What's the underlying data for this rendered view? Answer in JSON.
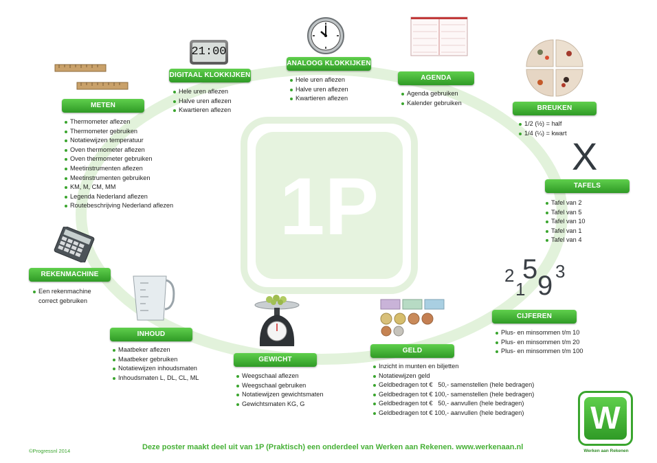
{
  "center_logo": "1P",
  "sections": {
    "digitaal": {
      "title": "DIGITAAL KLOKKIJKEN",
      "display": "21:00",
      "items": [
        "Hele uren aflezen",
        "Halve uren aflezen",
        "Kwartieren aflezen"
      ]
    },
    "analoog": {
      "title": "ANALOOG KLOKKIJKEN",
      "items": [
        "Hele uren aflezen",
        "Halve uren aflezen",
        "Kwartieren aflezen"
      ]
    },
    "agenda": {
      "title": "AGENDA",
      "items": [
        "Agenda gebruiken",
        "Kalender gebruiken"
      ]
    },
    "breuken": {
      "title": "BREUKEN",
      "items": [
        "1/2 (½) = half",
        "1/4 (¼) = kwart"
      ]
    },
    "tafels": {
      "title": "TAFELS",
      "symbol": "X",
      "items": [
        "Tafel van 2",
        "Tafel van 5",
        "Tafel van 10",
        "Tafel van 1",
        "Tafel van 4"
      ]
    },
    "cijferen": {
      "title": "CIJFEREN",
      "digits": [
        "2",
        "1",
        "5",
        "9",
        "3"
      ],
      "items": [
        "Plus- en minsommen t/m 10",
        "Plus- en minsommen t/m 20",
        "Plus- en minsommen t/m 100"
      ]
    },
    "geld": {
      "title": "GELD",
      "items": [
        "Inzicht in munten en biljetten",
        "Notatiewijzen geld",
        "Geldbedragen tot €   50,- samenstellen (hele bedragen)",
        "Geldbedragen tot € 100,- samenstellen (hele bedragen)",
        "Geldbedragen tot €   50,- aanvullen (hele bedragen)",
        "Geldbedragen tot € 100,- aanvullen (hele bedragen)"
      ]
    },
    "gewicht": {
      "title": "GEWICHT",
      "items": [
        "Weegschaal aflezen",
        "Weegschaal gebruiken",
        "Notatiewijzen gewichtsmaten",
        "Gewichtsmaten KG, G"
      ]
    },
    "inhoud": {
      "title": "INHOUD",
      "items": [
        "Maatbeker aflezen",
        "Maatbeker gebruiken",
        "Notatiewijzen inhoudsmaten",
        "Inhoudsmaten L, DL, CL, ML"
      ]
    },
    "rekenmachine": {
      "title": "REKENMACHINE",
      "items": [
        "Een rekenmachine"
      ],
      "continuation": "correct gebruiken"
    },
    "meten": {
      "title": "METEN",
      "items": [
        "Thermometer aflezen",
        "Thermometer gebruiken",
        "Notatiewijzen temperatuur",
        "Oven thermometer aflezen",
        "Oven thermometer gebruiken",
        "Meetinstrumenten aflezen",
        "Meetinstrumenten gebruiken",
        "KM, M, CM, MM",
        "Legenda Nederland aflezen",
        "Routebeschrijving Nederland aflezen"
      ]
    }
  },
  "footer": {
    "copyright": "©Progressnl 2014",
    "text": "Deze poster maakt deel uit van 1P (Praktisch) een onderdeel van Werken aan Rekenen. www.werkenaan.nl",
    "logo_letter": "W",
    "logo_caption": "Werken aan Rekenen"
  },
  "colors": {
    "accent": "#3aa52e",
    "ring": "#dff0d8",
    "badge_top": "#5fcf4c",
    "badge_bottom": "#2f9a26"
  }
}
